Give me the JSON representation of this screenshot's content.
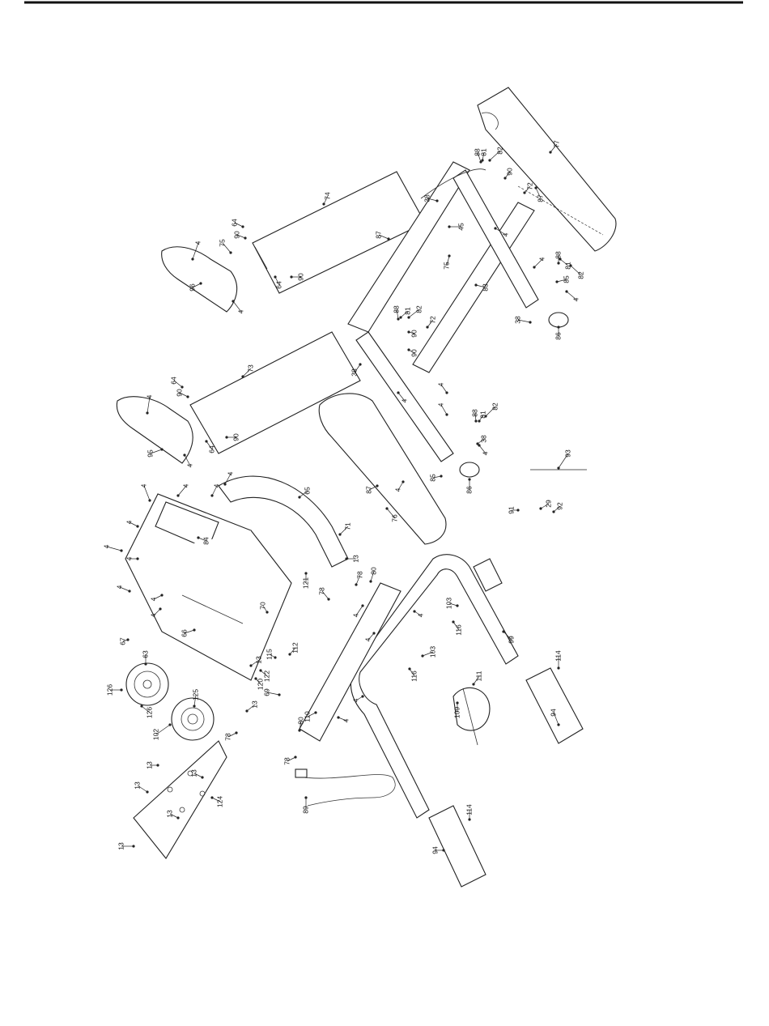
{
  "callouts": [
    "4",
    "13",
    "29",
    "38",
    "45",
    "63",
    "64",
    "65",
    "66",
    "67",
    "69",
    "70",
    "71",
    "72",
    "73",
    "74",
    "75",
    "76",
    "77",
    "78",
    "80",
    "81",
    "82",
    "83",
    "84",
    "85",
    "86",
    "87",
    "88",
    "89",
    "90",
    "91",
    "92",
    "93",
    "94",
    "95",
    "96",
    "99",
    "102",
    "103",
    "109",
    "110",
    "111",
    "112",
    "114",
    "115",
    "116",
    "120",
    "121",
    "122",
    "124",
    "125",
    "126"
  ]
}
